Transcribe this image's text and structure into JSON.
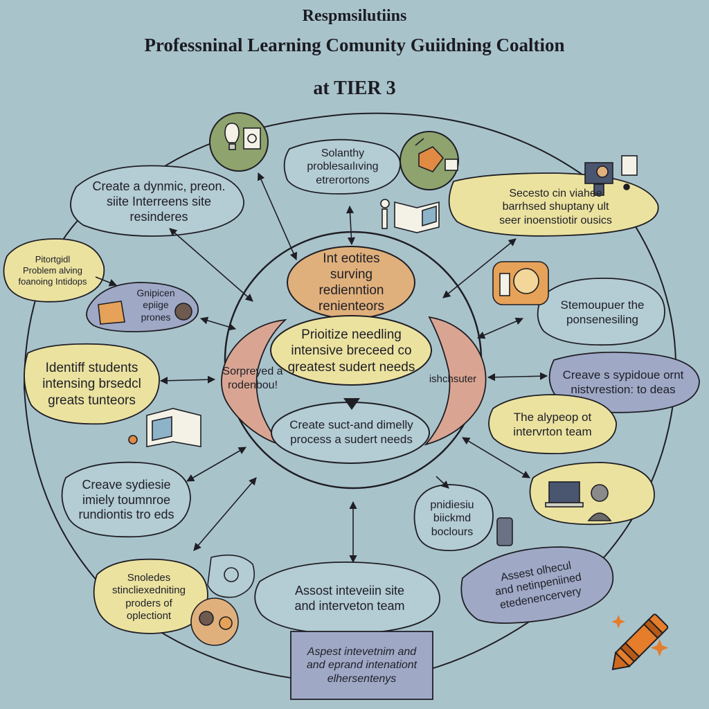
{
  "title": {
    "line1": "Respmsilutiins",
    "line2": "Professninal Learning Comunity Guiidning Coaltion",
    "line3": "at TIER 3"
  },
  "center": {
    "top": "Int eotites\nsurving\nredienntion\nrenienteors",
    "middle": "Prioitize needling\nintensive breceed co\ngreatest sudert needs",
    "bottom": "Create suct-and dimelly\nprocess a sudert needs",
    "left_petal": "Sorpreyed a\nrodenbou!",
    "right_petal": "ishchsuter"
  },
  "bubbles": [
    {
      "id": "top-left",
      "text": "Create a dynmic, preon.\nsiite Interreens site\nresinderes"
    },
    {
      "id": "top",
      "text": "Solanthy\nproblesaılıving\netrerortons"
    },
    {
      "id": "top-right",
      "text": "Secesto cin viahee\nbarrhsed shuptany  ult\nseer inoenstiotir ousics"
    },
    {
      "id": "far-left",
      "text": "Pitortgidl\nProblem alving\nfoanoing Intidops"
    },
    {
      "id": "left-small",
      "text": "Gnipicen\nepiige\nprones"
    },
    {
      "id": "right-1",
      "text": "Stemoupuer the\nponsenesiling"
    },
    {
      "id": "left-mid",
      "text": "Identiff students\nintensing brsedcl\ngreats tunteors"
    },
    {
      "id": "right-2",
      "text": "Creave s sypidoue ornt\nnistvrestion: to deas"
    },
    {
      "id": "right-3",
      "text": "The alypeop ot\nintervrton team"
    },
    {
      "id": "left-lower",
      "text": "Creave sydiesie\nimiely toumnroe\nrundiontis tro eds"
    },
    {
      "id": "small-center-right",
      "text": "pnidiesiu\nbiickmd\nboclours"
    },
    {
      "id": "bottom-left",
      "text": "Snoledes\nstincliexedniting\nproders of\noplectiont"
    },
    {
      "id": "bottom-center",
      "text": "Assost inteveiin site\nand interveton team"
    },
    {
      "id": "bottom-right",
      "text": "Assest olhecul\nand netinpeniined\netedenencervery"
    },
    {
      "id": "bottom-note",
      "text": "Aspest intevetnim and\nand eprand intenationt\nelhersentenys"
    }
  ],
  "colors": {
    "background": "#a9c3cb",
    "bubble_yellow": "#ebe2a0",
    "bubble_grey": "#9fa9c6",
    "bubble_blue": "#b4ccd4",
    "center_orange": "#e0b07c",
    "petal_pink": "#d9a592",
    "icon_green": "#8ea36e",
    "crayon_orange": "#e57d2b",
    "outline": "#1e1e24"
  },
  "icons": [
    "lightbulb-document-icon",
    "puzzle-team-icon",
    "computer-chart-icon",
    "book-lightbulb-icon",
    "clock-icon",
    "open-book-icon",
    "laptop-thinking-person-icon",
    "phone-icon",
    "people-discussion-icon",
    "crayon-icon"
  ]
}
